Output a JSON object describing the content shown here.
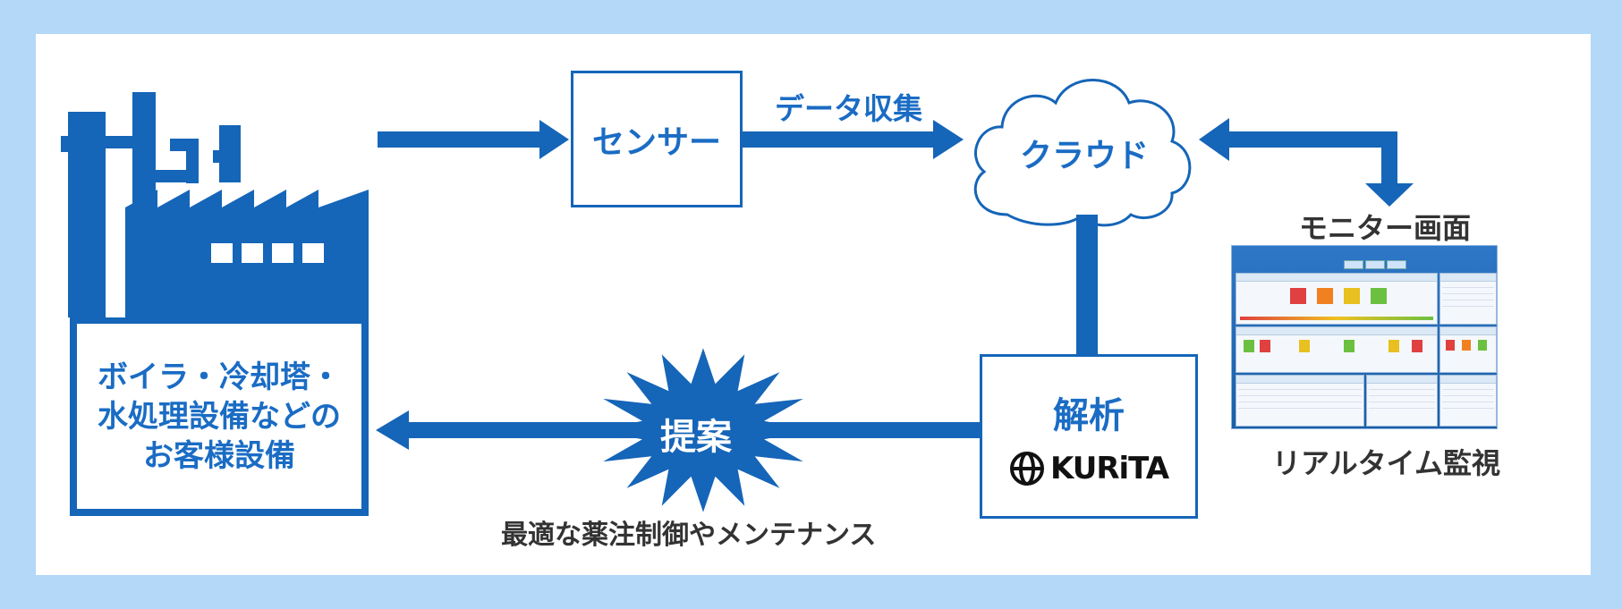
{
  "customer_box": {
    "lines": [
      "ボイラ・冷却塔・",
      "水処理設備などの",
      "お客様設備"
    ]
  },
  "sensor": {
    "label": "センサー"
  },
  "data_collection": {
    "label": "データ収集"
  },
  "cloud": {
    "label": "クラウド"
  },
  "monitor": {
    "title": "モニター画面",
    "caption": "リアルタイム監視"
  },
  "analysis": {
    "label": "解析",
    "logo_text": "KURiTA"
  },
  "proposal": {
    "label": "提案",
    "caption": "最適な薬注制御やメンテナンス"
  },
  "colors": {
    "background": "#b3d8f8",
    "primary_blue": "#1565b8",
    "text_dark": "#333333"
  }
}
